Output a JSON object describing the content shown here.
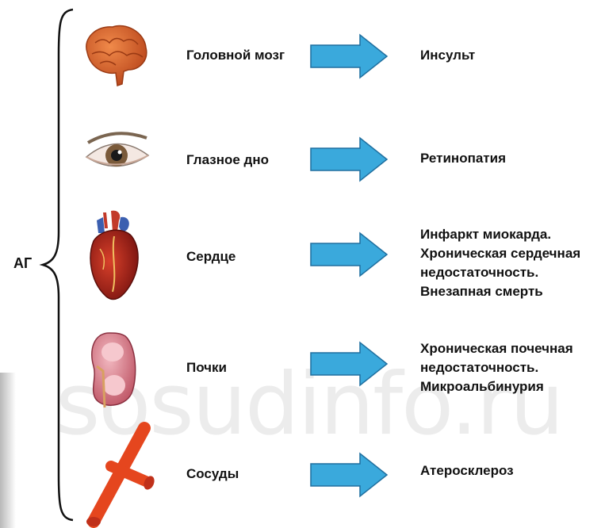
{
  "watermark": "sosudinfo.ru",
  "root": {
    "label": "АГ"
  },
  "rows": [
    {
      "icon": "brain-icon",
      "organ": "Головной мозг",
      "results": [
        "Инсульт"
      ]
    },
    {
      "icon": "eye-icon",
      "organ": "Глазное дно",
      "results": [
        "Ретинопатия"
      ]
    },
    {
      "icon": "heart-icon",
      "organ": "Сердце",
      "results": [
        "Инфаркт миокарда.",
        "Хроническая сердечная",
        "недостаточность.",
        "Внезапная смерть"
      ]
    },
    {
      "icon": "kidney-icon",
      "organ": "Почки",
      "results": [
        "Хроническая почечная",
        "недостаточность.",
        "Микроальбинурия"
      ]
    },
    {
      "icon": "vessel-icon",
      "organ": "Сосуды",
      "results": [
        "Атеросклероз"
      ]
    }
  ],
  "colors": {
    "arrow_fill": "#3aa9dc",
    "arrow_stroke": "#1f6f9f",
    "text": "#111111"
  }
}
